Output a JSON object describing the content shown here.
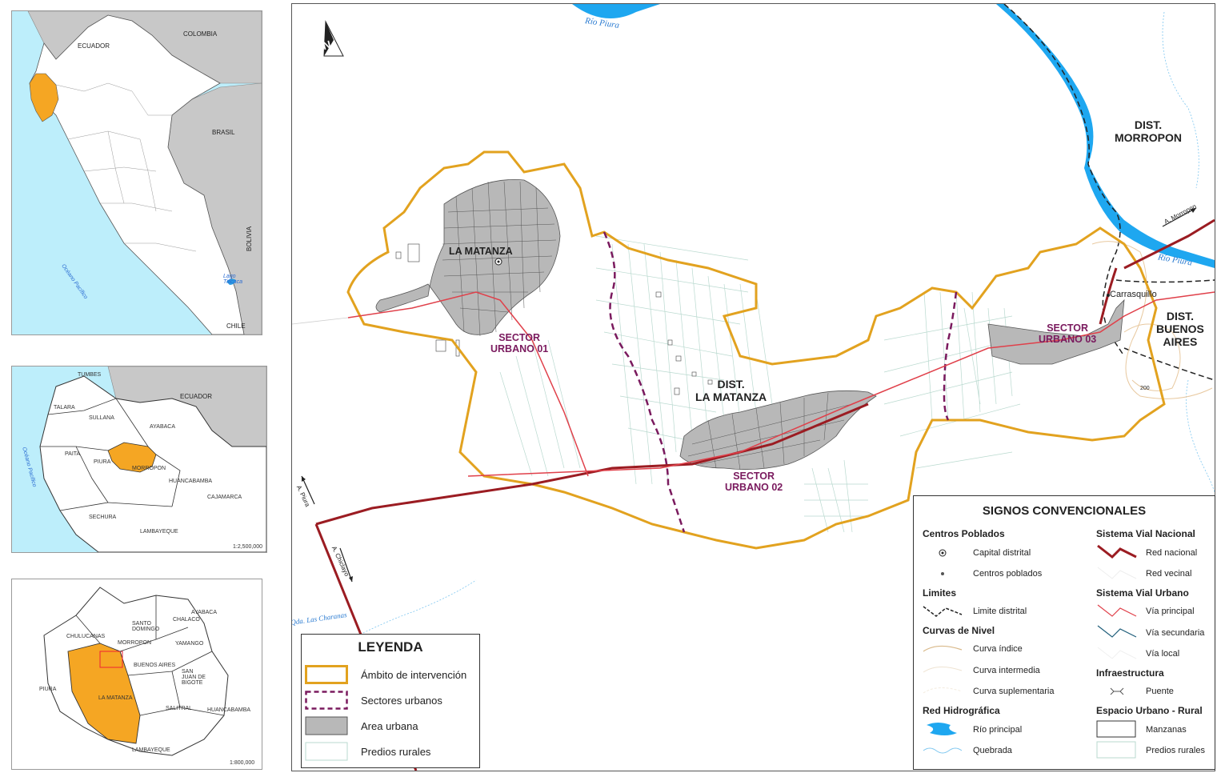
{
  "inset1": {
    "countries": [
      "ECUADOR",
      "COLOMBIA",
      "BRASIL",
      "BOLIVIA",
      "CHILE"
    ],
    "ocean": "Océano Pacífico",
    "lake": "Lago Titicaca",
    "highlight_color": "#f5a623"
  },
  "inset2": {
    "labels": [
      "TUMBES",
      "ECUADOR",
      "TALARA",
      "AYABACA",
      "SULLANA",
      "PAITA",
      "PIURA",
      "MORROPON",
      "HUANCABAMBA",
      "CAJAMARCA",
      "SECHURA",
      "LAMBAYEQUE"
    ],
    "ocean": "Océano Pacífico",
    "scale": "1:2,500,000"
  },
  "inset3": {
    "labels": [
      "AYABACA",
      "CHALACO",
      "SANTO DOMINGO",
      "CHULUCANAS",
      "MORROPON",
      "YAMANGO",
      "BUENOS AIRES",
      "SAN JUAN DE BIGOTE",
      "PIURA",
      "LA MATANZA",
      "SALITRAL",
      "HUANCABAMBA",
      "LAMBAYEQUE"
    ],
    "scale": "1:800,000"
  },
  "map": {
    "towns": {
      "la_matanza": "LA MATANZA",
      "carrasquillo": "Carrasquillo"
    },
    "districts": {
      "morropon": "DIST.\nMORROPON",
      "la_matanza": "DIST.\nLA MATANZA",
      "buenos_aires": "DIST.\nBUENOS\nAIRES"
    },
    "sectors": {
      "s1": "SECTOR\nURBANO 01",
      "s2": "SECTOR\nURBANO 02",
      "s3": "SECTOR\nURBANO 03"
    },
    "rivers": {
      "piura_top": "Río Piura",
      "piura_right": "Río Piura",
      "quebrada": "Qda. Las Charanas"
    },
    "roads": {
      "morropon": "A. Morropon",
      "piura": "A. Piura",
      "chiclayo": "A. Chiclayo"
    },
    "contour": "200",
    "colors": {
      "intervention": "#e2a21f",
      "sector_line": "#7a1a5e",
      "urban": "#b8b8b8",
      "national_road": "#9b1c22",
      "main_road": "#e0404a",
      "river": "#1ea7f0",
      "rural": "#b9d9cf"
    }
  },
  "leyenda": {
    "title": "LEYENDA",
    "items": [
      {
        "label": "Ámbito de intervención"
      },
      {
        "label": "Sectores urbanos"
      },
      {
        "label": "Area urbana"
      },
      {
        "label": "Predios rurales"
      }
    ]
  },
  "signos": {
    "title": "SIGNOS CONVENCIONALES",
    "left": [
      {
        "head": "Centros Poblados",
        "items": [
          "Capital distrital",
          "Centros poblados"
        ]
      },
      {
        "head": "Limites",
        "items": [
          "Limite distrital"
        ]
      },
      {
        "head": "Curvas de Nivel",
        "items": [
          "Curva índice",
          "Curva intermedia",
          "Curva suplementaria"
        ]
      },
      {
        "head": "Red Hidrográfica",
        "items": [
          "Río principal",
          "Quebrada"
        ]
      }
    ],
    "right": [
      {
        "head": "Sistema Vial Nacional",
        "items": [
          "Red nacional",
          "Red vecinal"
        ]
      },
      {
        "head": "Sistema Vial Urbano",
        "items": [
          "Vía principal",
          "Vía secundaria",
          "Vía local"
        ]
      },
      {
        "head": "Infraestructura",
        "items": [
          "Puente"
        ]
      },
      {
        "head": "Espacio Urbano - Rural",
        "items": [
          "Manzanas",
          "Predios rurales"
        ]
      }
    ]
  }
}
